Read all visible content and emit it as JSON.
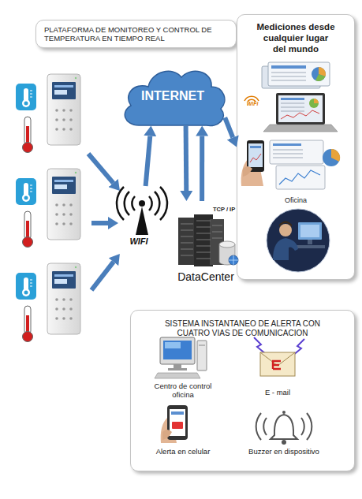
{
  "diagram": {
    "nodes": [
      {
        "text": [
          "PLATAFORMA DE MONITOREO Y CONTROL DE TEMPERATURA EN TIEMPO REAL"
        ]
      },
      {
        "text": [
          "INTERNET"
        ]
      },
      {
        "text": [
          "Mediciones desde cualquier lugar del mundo",
          "Oficina"
        ]
      },
      {
        "text": [
          "WIFI"
        ]
      },
      {
        "text": [
          "TCP / IP",
          "DataCenter"
        ]
      },
      {
        "text": [
          "SISTEMA INSTANTANEO DE ALERTA CON CUATRO VIAS DE COMUNICACION"
        ]
      }
    ],
    "edges": [
      {
        "from": 3,
        "to": 1,
        "arrow": "to"
      },
      {
        "from": 1,
        "to": 4,
        "arrow": "to"
      },
      {
        "from": 4,
        "to": 1,
        "arrow": "to"
      },
      {
        "from": 1,
        "to": 2,
        "arrow": "to"
      }
    ],
    "labels": [
      "WiFi",
      "Centro de control oficina",
      "E - mail",
      "Alerta en celular",
      "Buzzer en dispositivo"
    ]
  }
}
